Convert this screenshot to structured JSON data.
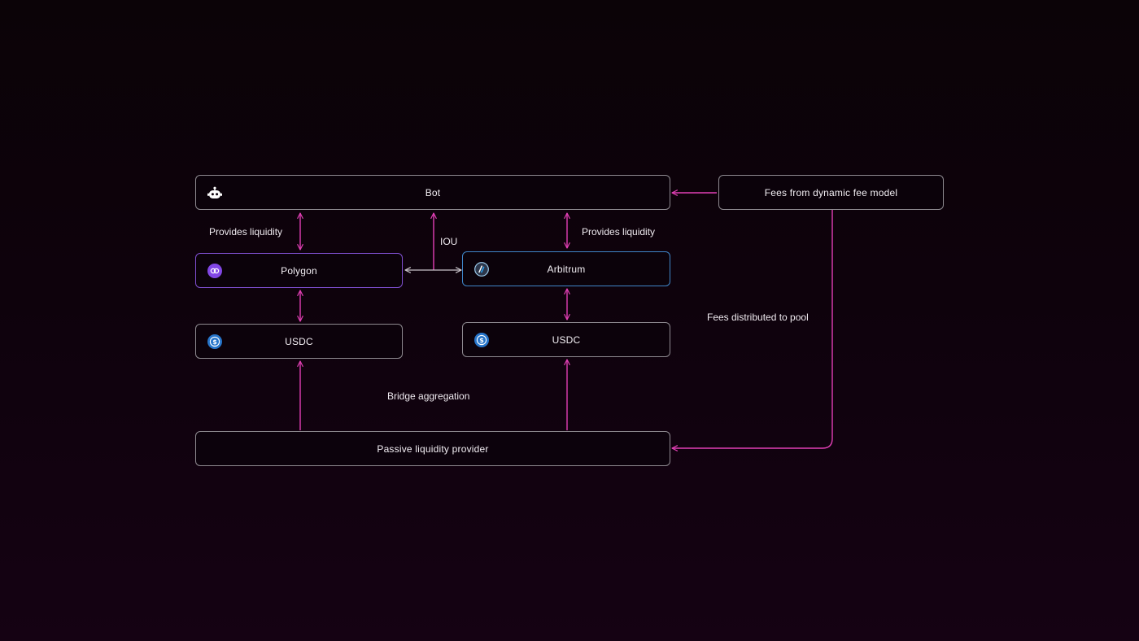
{
  "nodes": {
    "bot": {
      "label": "Bot",
      "icon": "robot-icon"
    },
    "fees_model": {
      "label": "Fees from dynamic fee model"
    },
    "polygon": {
      "label": "Polygon",
      "icon": "polygon-icon"
    },
    "arbitrum": {
      "label": "Arbitrum",
      "icon": "arbitrum-icon"
    },
    "usdc_left": {
      "label": "USDC",
      "icon": "usdc-icon"
    },
    "usdc_right": {
      "label": "USDC",
      "icon": "usdc-icon"
    },
    "passive_lp": {
      "label": "Passive liquidity provider"
    }
  },
  "annotations": {
    "provides_left": "Provides liquidity",
    "provides_right": "Provides liquidity",
    "iou": "IOU",
    "fees_distributed": "Fees distributed to pool",
    "bridge_aggregation": "Bridge aggregation"
  },
  "colors": {
    "accent_pink": "#e23fb5",
    "connector_gray": "#c9c4ca",
    "polygon_purple": "#8247e5",
    "arbitrum_blue": "#3f86c9",
    "usdc_blue": "#2775ca",
    "background": "#0e020c"
  }
}
